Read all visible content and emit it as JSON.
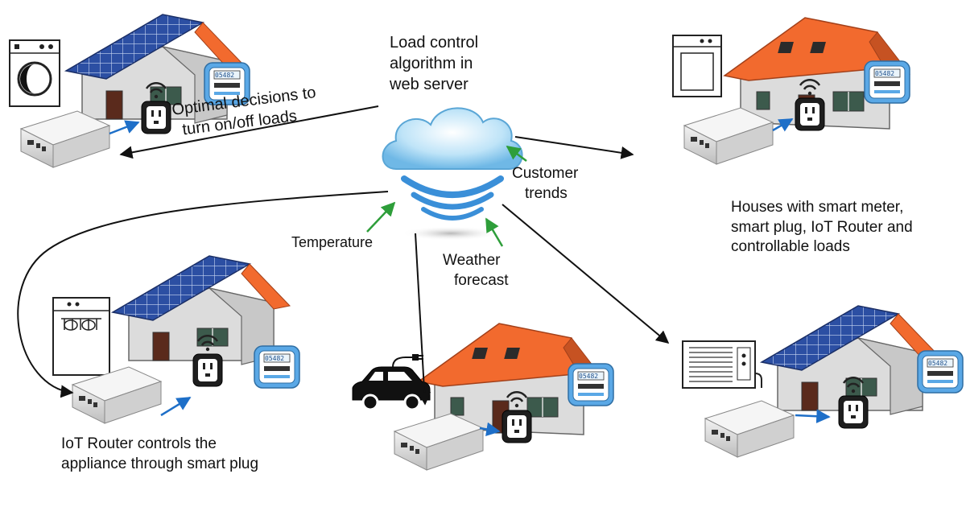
{
  "cloud": {
    "title_lines": [
      "Load control",
      "algorithm in",
      "web server"
    ]
  },
  "inputs": {
    "customer_trends": [
      "Customer",
      "trends"
    ],
    "temperature": "Temperature",
    "weather_forecast": [
      "Weather",
      "forecast"
    ]
  },
  "decision_label": [
    "Optimal decisions to",
    "turn on/off loads"
  ],
  "houses_caption": [
    "Houses with smart meter,",
    "smart plug, IoT Router and",
    "controllable loads"
  ],
  "router_caption": [
    "IoT Router controls the",
    "appliance through smart plug"
  ],
  "meter_reading": "05482",
  "colors": {
    "roof_orange": "#f26a2e",
    "solar_blue": "#2c4fa3",
    "wall_gray": "#dcdcdc",
    "cloud_blue": "#8ecdf0",
    "signal_blue": "#3a8fd8",
    "input_arrow_green": "#2e9e3a",
    "connector_blue": "#1e6fc8",
    "meter_blue": "#5aa8e6"
  }
}
